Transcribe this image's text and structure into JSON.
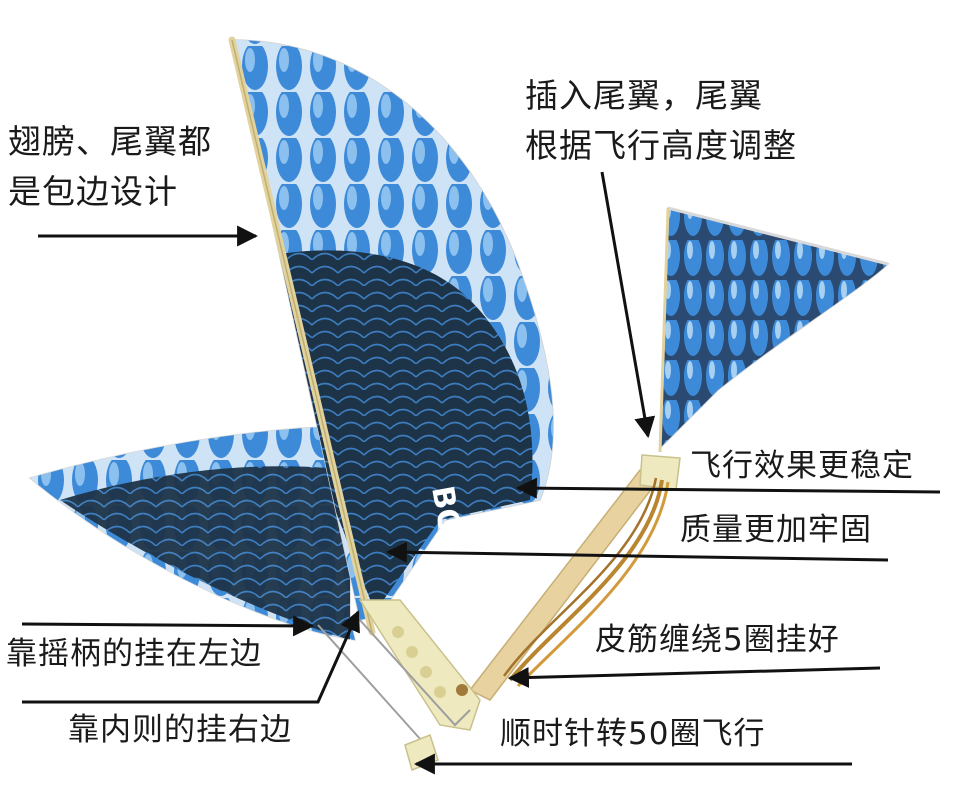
{
  "labels": {
    "wing_line1": "翅膀、尾翼都",
    "wing_line2": "是包边设计",
    "tail_line1": "插入尾翼，尾翼",
    "tail_line2": "根据飞行高度调整",
    "stable": "飞行效果更稳定",
    "quality": "质量更加牢固",
    "rubber": "皮筋缠绕5圈挂好",
    "left_hook": "靠摇柄的挂在左边",
    "right_hook": "靠内则的挂右边",
    "clockwise": "顺时针转50圈飞行"
  },
  "wing_print": "BO",
  "colors": {
    "feather_blue": "#3d8bd8",
    "feather_light": "#8cc0ee",
    "feather_dark": "#1d3348",
    "frame_wood": "#e9dcae",
    "text": "#1a1a1a"
  }
}
